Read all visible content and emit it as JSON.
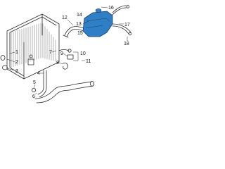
{
  "diagram": {
    "highlight_color": "#2f7fc6",
    "callouts": [
      {
        "id": "c1",
        "label": "1"
      },
      {
        "id": "c2",
        "label": "2"
      },
      {
        "id": "c3",
        "label": "3"
      },
      {
        "id": "c4",
        "label": "4"
      },
      {
        "id": "c5",
        "label": "5"
      },
      {
        "id": "c6",
        "label": "6"
      },
      {
        "id": "c7",
        "label": "7"
      },
      {
        "id": "c8",
        "label": "8"
      },
      {
        "id": "c9",
        "label": "9"
      },
      {
        "id": "c10",
        "label": "10"
      },
      {
        "id": "c11",
        "label": "11"
      },
      {
        "id": "c12",
        "label": "12"
      },
      {
        "id": "c13",
        "label": "13"
      },
      {
        "id": "c14",
        "label": "14"
      },
      {
        "id": "c15",
        "label": "15"
      },
      {
        "id": "c16",
        "label": "16"
      },
      {
        "id": "c17",
        "label": "17"
      },
      {
        "id": "c18",
        "label": "18"
      }
    ]
  }
}
